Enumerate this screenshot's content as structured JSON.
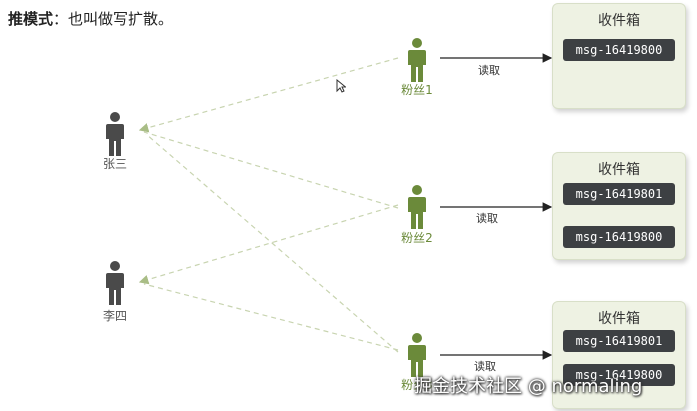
{
  "heading": {
    "bold": "推模式",
    "rest": "：也叫做写扩散。"
  },
  "authors": [
    {
      "label": "张三"
    },
    {
      "label": "李四"
    }
  ],
  "fans": [
    {
      "label": "粉丝1",
      "read": "读取"
    },
    {
      "label": "粉丝2",
      "read": "读取"
    },
    {
      "label": "粉丝3",
      "read": "读取"
    }
  ],
  "inboxes": [
    {
      "title": "收件箱",
      "messages": [
        "msg-16419800"
      ]
    },
    {
      "title": "收件箱",
      "messages": [
        "msg-16419801",
        "msg-16419800"
      ]
    },
    {
      "title": "收件箱",
      "messages": [
        "msg-16419801",
        "msg-16419800"
      ]
    }
  ],
  "watermark": "掘金技术社区 @ normaling",
  "colors": {
    "author": "#4a4a4a",
    "fan": "#6b8a3a",
    "dash": "#c8d4b0",
    "message_bg": "#3d4043",
    "inbox_bg": "#eef2e3"
  }
}
